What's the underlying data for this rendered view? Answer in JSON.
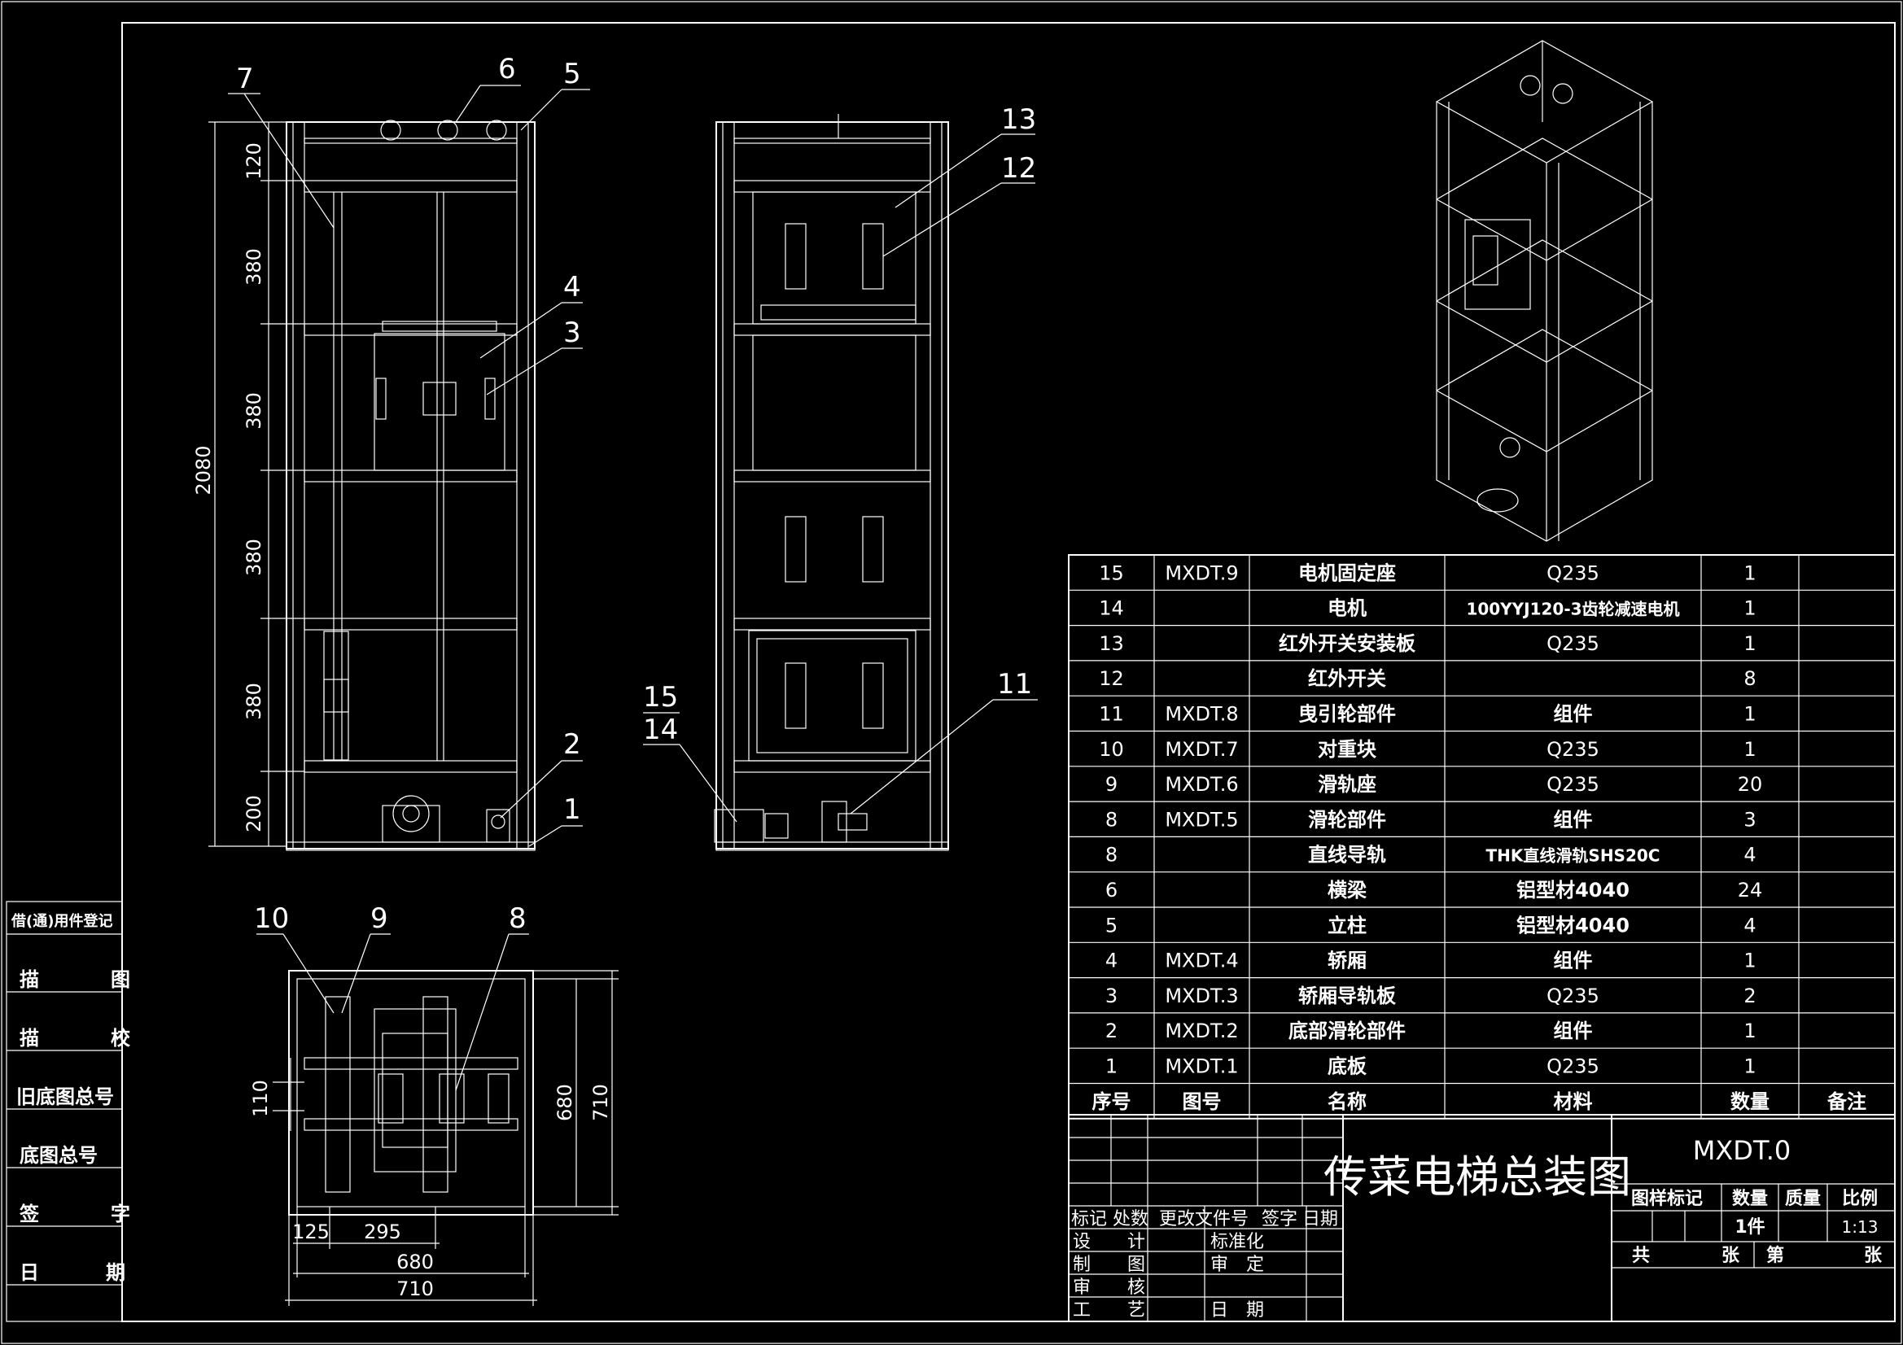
{
  "sidebar": {
    "header": "借(通)用件登记",
    "rows": [
      {
        "a": "描",
        "b": "图"
      },
      {
        "a": "描",
        "b": "校"
      },
      {
        "a": "旧底图总号",
        "b": ""
      },
      {
        "a": "底图总号",
        "b": ""
      },
      {
        "a": "签",
        "b": "字"
      },
      {
        "a": "日",
        "b": "期"
      }
    ]
  },
  "front_view": {
    "dims": [
      "120",
      "380",
      "380",
      "380",
      "380",
      "200"
    ],
    "overall": "2080",
    "callouts": [
      "7",
      "6",
      "5",
      "4",
      "3",
      "2",
      "1"
    ]
  },
  "side_view": {
    "callouts": [
      "13",
      "12",
      "15",
      "14",
      "11"
    ]
  },
  "top_view": {
    "callouts": [
      "10",
      "9",
      "8"
    ],
    "dims": {
      "d110": "110",
      "d680v": "680",
      "d710v": "710",
      "d125": "125",
      "d295": "295",
      "d680h": "680",
      "d710h": "710"
    }
  },
  "bom": {
    "headers": [
      "序号",
      "图号",
      "名称",
      "材料",
      "数量",
      "备注"
    ],
    "rows": [
      [
        "15",
        "MXDT.9",
        "电机固定座",
        "Q235",
        "1",
        ""
      ],
      [
        "14",
        "",
        "电机",
        "100YYJ120-3齿轮减速电机",
        "1",
        ""
      ],
      [
        "13",
        "",
        "红外开关安装板",
        "Q235",
        "1",
        ""
      ],
      [
        "12",
        "",
        "红外开关",
        "",
        "8",
        ""
      ],
      [
        "11",
        "MXDT.8",
        "曳引轮部件",
        "组件",
        "1",
        ""
      ],
      [
        "10",
        "MXDT.7",
        "对重块",
        "Q235",
        "1",
        ""
      ],
      [
        "9",
        "MXDT.6",
        "滑轨座",
        "Q235",
        "20",
        ""
      ],
      [
        "8",
        "MXDT.5",
        "滑轮部件",
        "组件",
        "3",
        ""
      ],
      [
        "8",
        "",
        "直线导轨",
        "THK直线滑轨SHS20C",
        "4",
        ""
      ],
      [
        "6",
        "",
        "横梁",
        "铝型材4040",
        "24",
        ""
      ],
      [
        "5",
        "",
        "立柱",
        "铝型材4040",
        "4",
        ""
      ],
      [
        "4",
        "MXDT.4",
        "轿厢",
        "组件",
        "1",
        ""
      ],
      [
        "3",
        "MXDT.3",
        "轿厢导轨板",
        "Q235",
        "2",
        ""
      ],
      [
        "2",
        "MXDT.2",
        "底部滑轮部件",
        "组件",
        "1",
        ""
      ],
      [
        "1",
        "MXDT.1",
        "底板",
        "Q235",
        "1",
        ""
      ]
    ]
  },
  "title_block": {
    "title": "传菜电梯总装图",
    "drawing_no": "MXDT.0",
    "rev_headers": [
      "标记",
      "处数",
      "更改文件号",
      "签字",
      "日期"
    ],
    "left_labels": [
      [
        "设",
        "计"
      ],
      [
        "制",
        "图"
      ],
      [
        "审",
        "核"
      ],
      [
        "工",
        "艺"
      ]
    ],
    "mid_labels": [
      "标准化",
      "审　定",
      "日　期"
    ],
    "meta_headers": [
      "图样标记",
      "数量",
      "质量",
      "比例"
    ],
    "quantity": "1件",
    "scale": "1:13",
    "sheet_total_label": "共",
    "sheet_unit1": "张",
    "sheet_no_label": "第",
    "sheet_unit2": "张"
  }
}
